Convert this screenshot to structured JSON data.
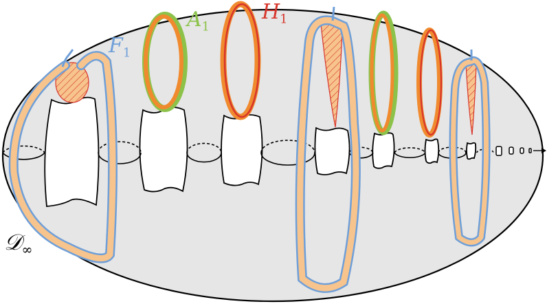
{
  "labels": {
    "f": {
      "main": "F",
      "sub": "1"
    },
    "a": {
      "main": "A",
      "sub": "1"
    },
    "h": {
      "main": "H",
      "sub": "1"
    },
    "d": {
      "main": "𝒟",
      "sub": "∞"
    }
  },
  "colors": {
    "surface": "#e6e6e6",
    "outline": "#000000",
    "f_loop": "#6f9fd8",
    "band_fill": "#f7c48d",
    "a_loop": "#8cc24a",
    "a_band": "#f08a2e",
    "h_loop": "#d7352b",
    "hatch": "#d7352b"
  }
}
